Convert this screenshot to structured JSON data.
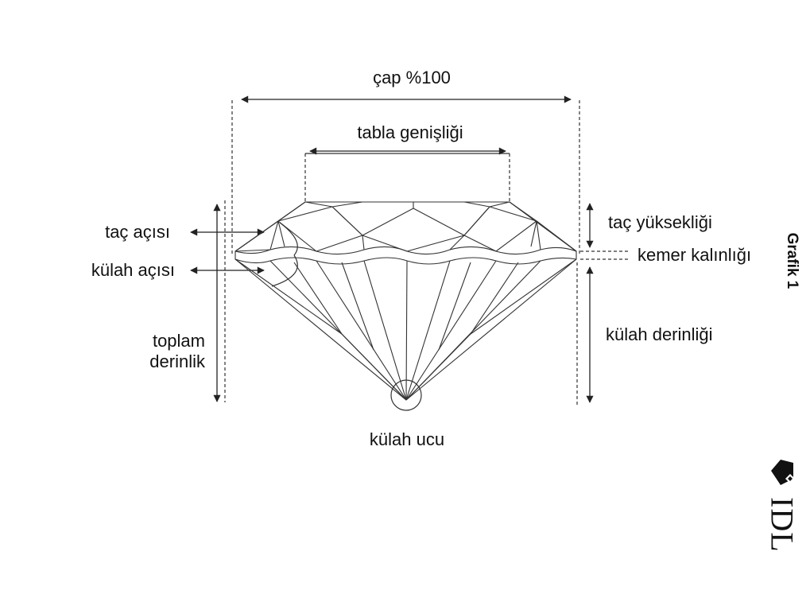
{
  "labels": {
    "diameter": "çap %100",
    "table_width": "tabla genişliği",
    "crown_angle": "taç açısı",
    "pavilion_angle": "külah açısı",
    "total_depth_line1": "toplam",
    "total_depth_line2": "derinlik",
    "crown_height": "taç yüksekliği",
    "girdle_thickness": "kemer kalınlığı",
    "pavilion_depth": "külah derinliği",
    "culet": "külah ucu"
  },
  "figure_caption": "Grafik 1",
  "logo": {
    "text": "IDL",
    "icon": "diamond-icon"
  },
  "colors": {
    "ink": "#111111",
    "line": "#333333",
    "background": "#ffffff"
  }
}
